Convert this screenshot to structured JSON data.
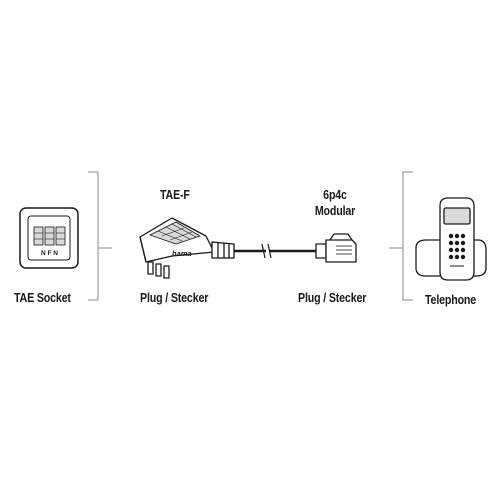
{
  "labels": {
    "tae_socket": "TAE Socket",
    "tae_f": "TAE-F",
    "plug_left": "Plug / Stecker",
    "modular_line1": "6p4c",
    "modular_line2": "Modular",
    "plug_right": "Plug / Stecker",
    "telephone": "Telephone"
  },
  "socket_letters": "N F N",
  "plug_brand": "hama",
  "colors": {
    "stroke": "#1a1a1a",
    "divider": "#b0b0b0",
    "fill_light": "#d9d9d9",
    "background": "#ffffff"
  }
}
